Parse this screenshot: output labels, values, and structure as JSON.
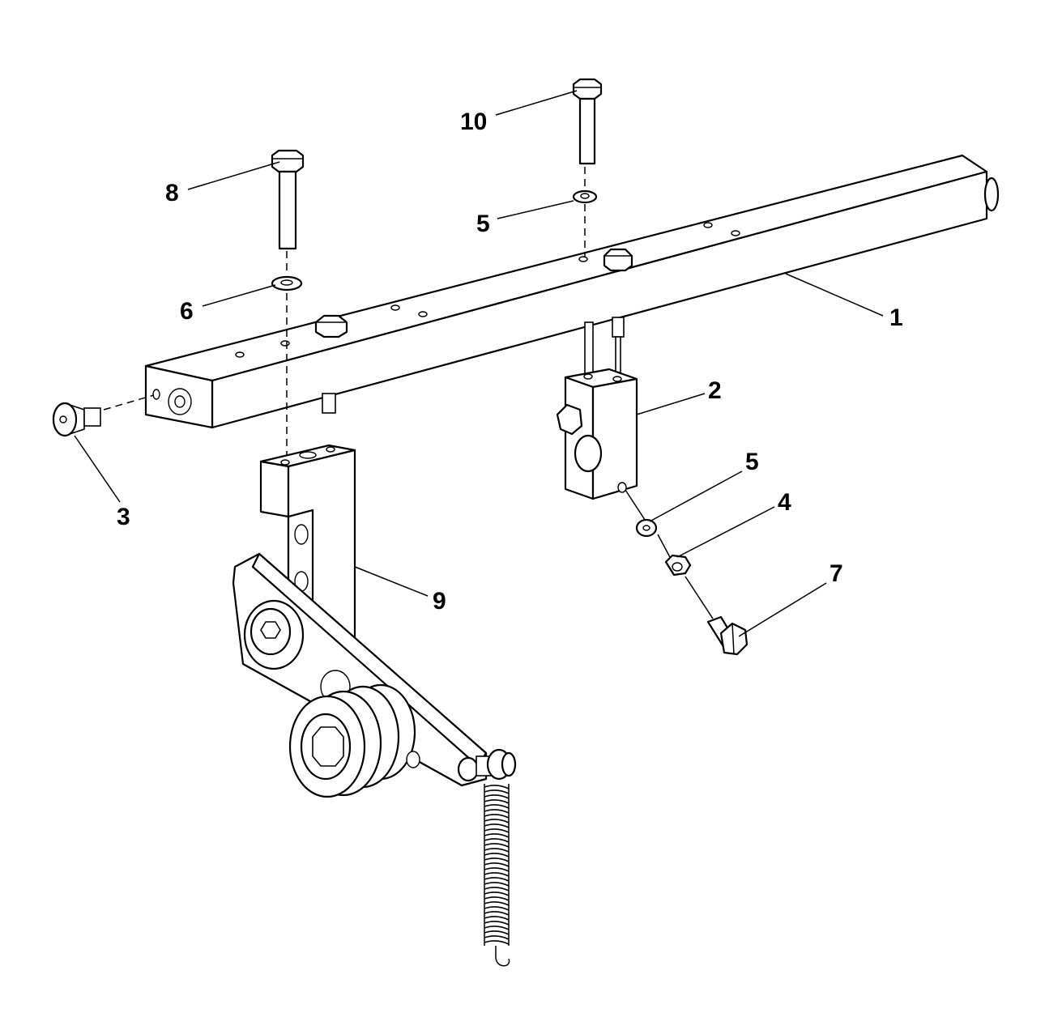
{
  "callouts": {
    "c1": "1",
    "c2": "2",
    "c3": "3",
    "c4": "4",
    "c5a": "5",
    "c5b": "5",
    "c6": "6",
    "c7": "7",
    "c8": "8",
    "c9": "9",
    "c10": "10"
  },
  "colors": {
    "line": "#000000",
    "background": "#ffffff"
  }
}
